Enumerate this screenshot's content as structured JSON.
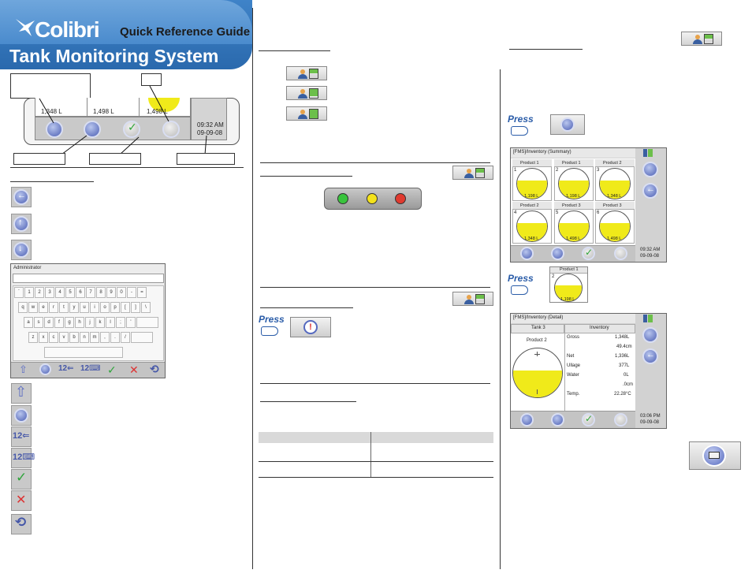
{
  "header": {
    "logo": "Colibri",
    "subtitle": "Quick Reference Guide",
    "title": "Tank Monitoring System"
  },
  "diagram": {
    "values": [
      "1,348 L",
      "1,498 L",
      "1,498 L"
    ],
    "time": "09:32 AM",
    "date": "09-09-08"
  },
  "keyboard": {
    "user": "Administrator",
    "row1": [
      "`",
      "1",
      "2",
      "3",
      "4",
      "5",
      "6",
      "7",
      "8",
      "9",
      "0",
      "-",
      "="
    ],
    "row2": [
      "q",
      "w",
      "e",
      "r",
      "t",
      "y",
      "u",
      "i",
      "o",
      "p",
      "[",
      "]",
      "\\"
    ],
    "row3": [
      "a",
      "s",
      "d",
      "f",
      "g",
      "h",
      "j",
      "k",
      "l",
      ";",
      "'"
    ],
    "row4": [
      "z",
      "x",
      "c",
      "v",
      "b",
      "n",
      "m",
      ",",
      ".",
      "/"
    ]
  },
  "press_label": "Press",
  "summary": {
    "title": "[FMS]/Inventory (Summary)",
    "tanks": [
      {
        "product": "Product 1",
        "num": "1",
        "value": "1,198 L",
        "level": 0.6
      },
      {
        "product": "Product 1",
        "num": "2",
        "value": "1,198 L",
        "level": 0.6
      },
      {
        "product": "Product 2",
        "num": "3",
        "value": "1,348 L",
        "level": 0.6
      },
      {
        "product": "Product 2",
        "num": "4",
        "value": "1,348 L",
        "level": 0.6
      },
      {
        "product": "Product 3",
        "num": "5",
        "value": "1,498 L",
        "level": 0.6
      },
      {
        "product": "Product 3",
        "num": "6",
        "value": "1,498 L",
        "level": 0.6
      }
    ],
    "time": "09:32 AM",
    "date": "09-09-08"
  },
  "single_tank": {
    "product": "Product 1",
    "num": "2",
    "value": "1,198 L"
  },
  "detail": {
    "title": "[FMS]/Inventory (Detail)",
    "tank_header": "Tank 3",
    "inventory_header": "Inventory",
    "product": "Product 2",
    "level": 0.55,
    "rows": [
      {
        "label": "Gross",
        "value": "1,348L"
      },
      {
        "label": "",
        "value": "49.4cm"
      },
      {
        "label": "Net",
        "value": "1,336L"
      },
      {
        "label": "Ullage",
        "value": "377L"
      },
      {
        "label": "Water",
        "value": "0L"
      },
      {
        "label": "",
        "value": ".0cm"
      },
      {
        "label": "Temp.",
        "value": "22.28°C"
      }
    ],
    "time": "03:06 PM",
    "date": "09-09-08"
  },
  "colors": {
    "header_blue": "#3f83c8",
    "tank_yellow": "#f0ea1a",
    "led_green": "#39c43d",
    "led_yellow": "#f4e21a",
    "led_red": "#e03a2f"
  }
}
